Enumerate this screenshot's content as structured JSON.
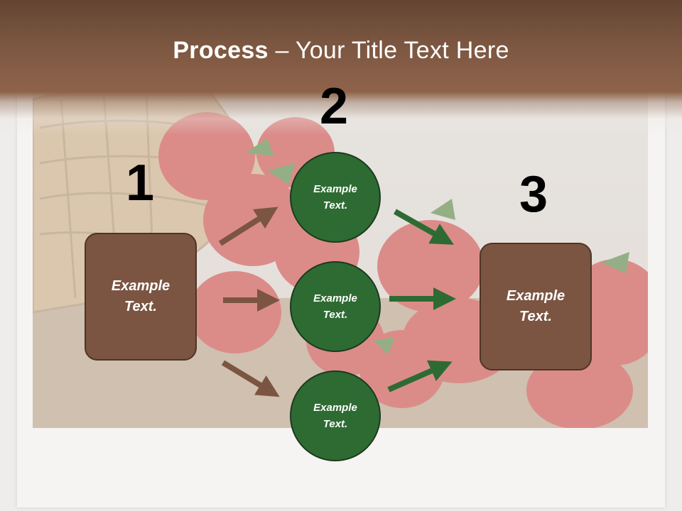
{
  "slide": {
    "title_bold": "Process",
    "title_separator": " – ",
    "title_rest": "Your Title Text Here"
  },
  "steps": {
    "step1_number": "1",
    "step2_number": "2",
    "step3_number": "3"
  },
  "nodes": {
    "input_box": "Example Text.",
    "circle_top": "Example Text.",
    "circle_middle": "Example Text.",
    "circle_bottom": "Example Text.",
    "output_box": "Example Text."
  },
  "colors": {
    "title_bar": "#8d6249",
    "box_fill": "#7b5542",
    "circle_fill": "#2e6b33",
    "arrow_brown": "#7b5542",
    "arrow_green": "#2e6b33"
  },
  "background_image": "strawberries-in-basket"
}
